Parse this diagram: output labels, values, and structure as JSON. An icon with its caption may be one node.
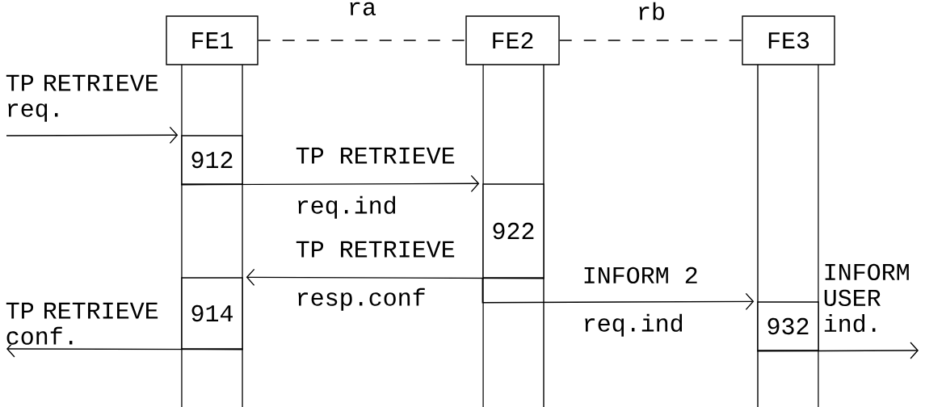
{
  "diagram": {
    "nodes": [
      {
        "text": [
          "FE1"
        ]
      },
      {
        "text": [
          "FE2"
        ]
      },
      {
        "text": [
          "FE3"
        ]
      },
      {
        "text": [
          "912"
        ]
      },
      {
        "text": [
          "922"
        ]
      },
      {
        "text": [
          "914"
        ]
      },
      {
        "text": [
          "932"
        ]
      }
    ],
    "edges": [
      {
        "from": 0,
        "to": 1,
        "arrow": "none",
        "style": "dashed",
        "label": "ra"
      },
      {
        "from": 1,
        "to": 2,
        "arrow": "none",
        "style": "dashed",
        "label": "rb"
      },
      {
        "from": null,
        "to": 3,
        "arrow": "to",
        "label": "TP RETRIEVE req."
      },
      {
        "from": 3,
        "to": 4,
        "arrow": "to",
        "label": "TP RETRIEVE"
      },
      {
        "from": 4,
        "to": 5,
        "arrow": "to",
        "label": "TP RETRIEVE"
      },
      {
        "from": 4,
        "to": 6,
        "arrow": "to",
        "label": "INFORM 2"
      },
      {
        "from": 6,
        "to": null,
        "arrow": "to",
        "label": "INFORM USER ind."
      },
      {
        "from": 5,
        "to": null,
        "arrow": "to",
        "label": "TP RETRIEVE conf."
      }
    ],
    "labels": [
      "req.ind",
      "resp.conf",
      "req.ind"
    ]
  }
}
